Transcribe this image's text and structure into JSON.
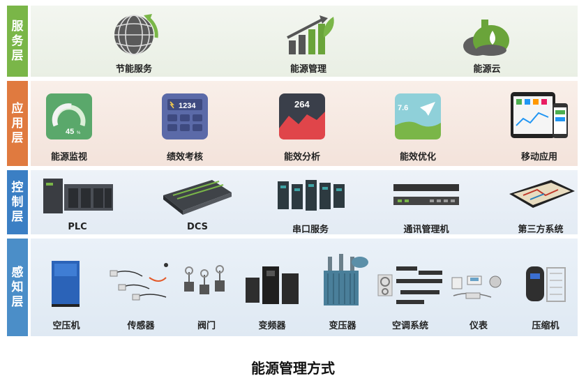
{
  "colors": {
    "service": "#7ab648",
    "application": "#e07a3f",
    "control": "#3b7fc4",
    "sensing": "#4b8ec8",
    "service_bg": "#eef3ea",
    "application_bg": "#f8ece6",
    "control_bg": "#e8eff6",
    "sensing_bg": "#e6eff7"
  },
  "layers": [
    {
      "tag": "服务层",
      "items": [
        {
          "icon": "globe-icon",
          "label": "节能服务"
        },
        {
          "icon": "bar-chart-leaf-icon",
          "label": "能源管理"
        },
        {
          "icon": "cloud-drop-icon",
          "label": "能源云"
        }
      ]
    },
    {
      "tag": "应用层",
      "items": [
        {
          "icon": "gauge-icon",
          "label": "能源监视",
          "value": "45"
        },
        {
          "icon": "keypad-icon",
          "label": "绩效考核",
          "value": "1234"
        },
        {
          "icon": "area-chart-icon",
          "label": "能效分析",
          "value": "264"
        },
        {
          "icon": "paper-plane-icon",
          "label": "能效优化",
          "value": "7.6"
        },
        {
          "icon": "tablet-phone-icon",
          "label": "移动应用"
        }
      ]
    },
    {
      "tag": "控制层",
      "items": [
        {
          "icon": "plc-icon",
          "label": "PLC"
        },
        {
          "icon": "dcs-icon",
          "label": "DCS"
        },
        {
          "icon": "serial-server-icon",
          "label": "串口服务"
        },
        {
          "icon": "comm-manager-icon",
          "label": "通讯管理机"
        },
        {
          "icon": "third-party-system-icon",
          "label": "第三方系统"
        }
      ]
    },
    {
      "tag": "感知层",
      "items": [
        {
          "icon": "air-compressor-icon",
          "label": "空压机"
        },
        {
          "icon": "sensor-icon",
          "label": "传感器"
        },
        {
          "icon": "valve-icon",
          "label": "阀门"
        },
        {
          "icon": "inverter-icon",
          "label": "变频器"
        },
        {
          "icon": "transformer-icon",
          "label": "变压器"
        },
        {
          "icon": "hvac-system-icon",
          "label": "空调系统"
        },
        {
          "icon": "meter-icon",
          "label": "仪表"
        },
        {
          "icon": "compressor-icon",
          "label": "压缩机"
        }
      ]
    }
  ],
  "caption": "能源管理方式"
}
